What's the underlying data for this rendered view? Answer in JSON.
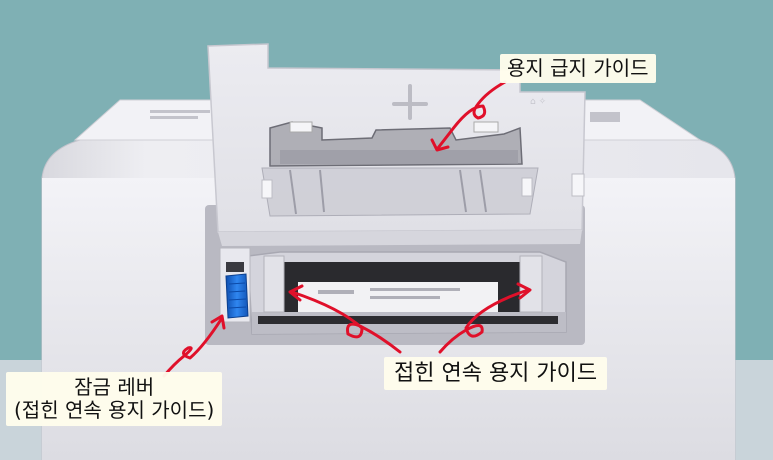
{
  "labels": {
    "paper_feed_guide": "용지 급지 가이드",
    "fanfold_paper_guide": "접힌 연속 용지 가이드",
    "lock_lever_line1": "잠금 레버",
    "lock_lever_line2": "(접힌 연속 용지 가이드)"
  },
  "colors": {
    "background_wall": "#7fb0b4",
    "printer_body": "#e9e9ee",
    "lock_lever": "#1f6fd6",
    "annotation_arrow": "#e0102a",
    "label_background": "#fffdec"
  }
}
